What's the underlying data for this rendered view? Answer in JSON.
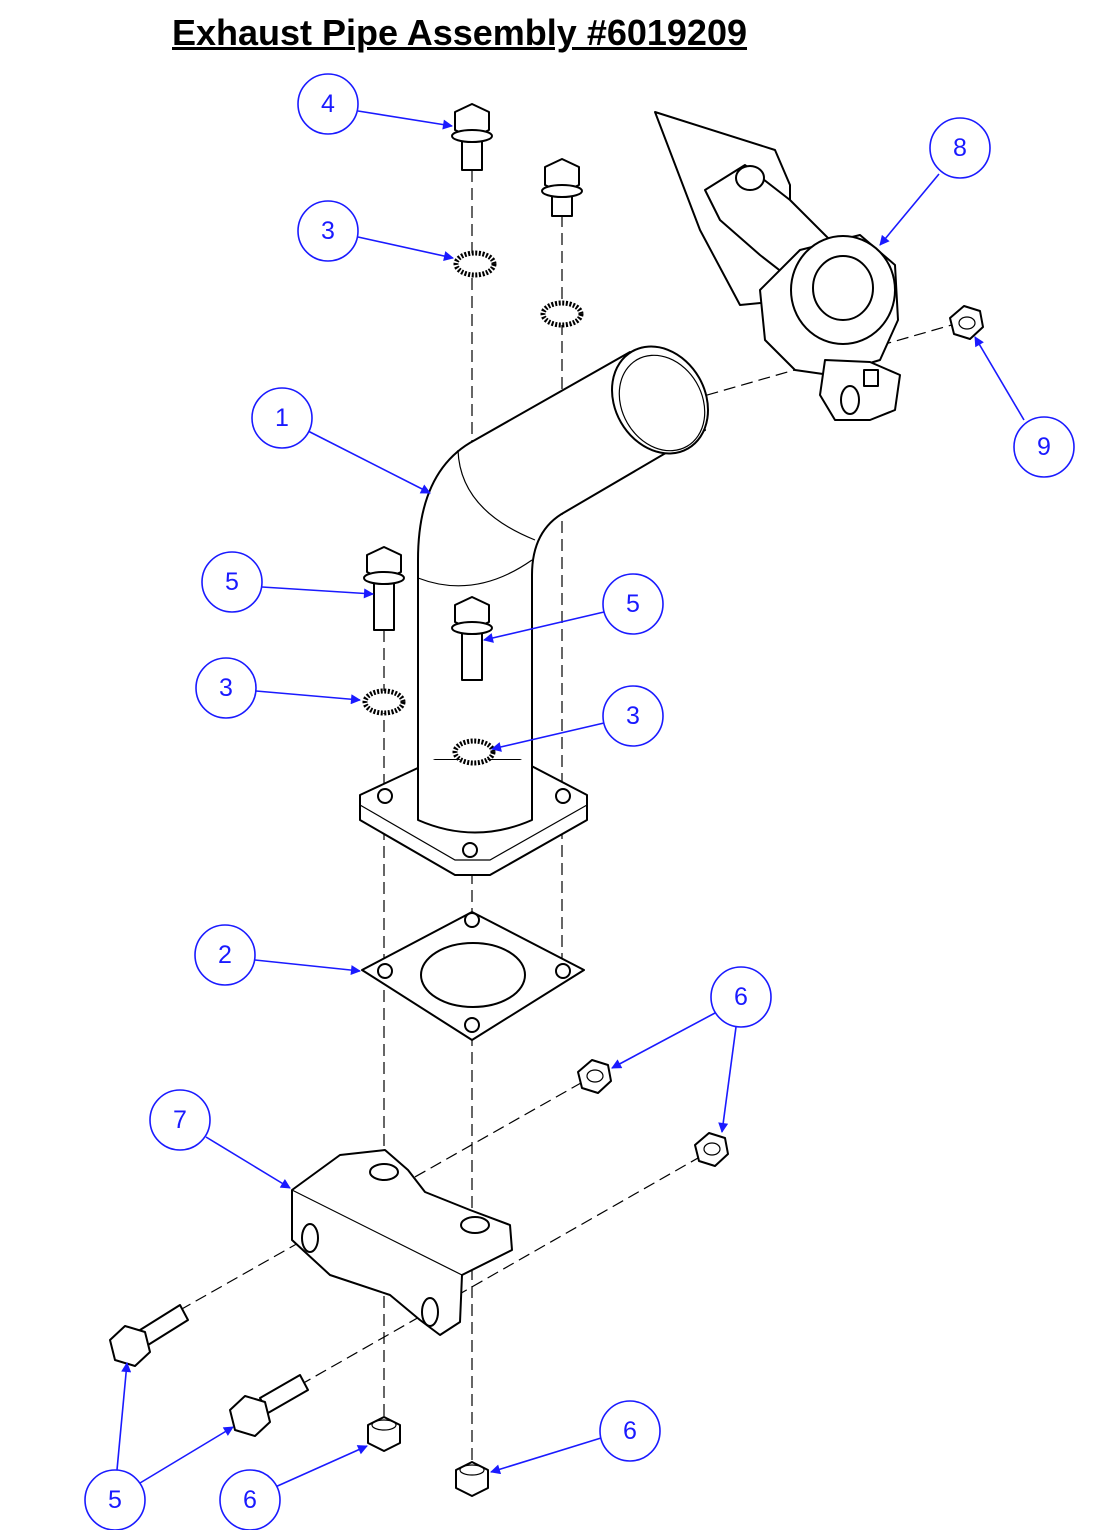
{
  "title": "Exhaust Pipe Assembly #6019209",
  "colors": {
    "callout": "#1a1aff",
    "line": "#000000",
    "background": "#ffffff"
  },
  "parts": [
    {
      "number": "1",
      "part": "exhaust-pipe"
    },
    {
      "number": "2",
      "part": "gasket"
    },
    {
      "number": "3",
      "part": "serrated-washer"
    },
    {
      "number": "4",
      "part": "flange-bolt"
    },
    {
      "number": "5",
      "part": "flange-bolt"
    },
    {
      "number": "6",
      "part": "flange-nut"
    },
    {
      "number": "7",
      "part": "mounting-bracket"
    },
    {
      "number": "8",
      "part": "exhaust-clamp"
    },
    {
      "number": "9",
      "part": "flange-nut"
    }
  ],
  "callouts": [
    "4",
    "3",
    "8",
    "9",
    "1",
    "5",
    "5",
    "3",
    "3",
    "2",
    "6",
    "7",
    "5",
    "6",
    "6"
  ]
}
